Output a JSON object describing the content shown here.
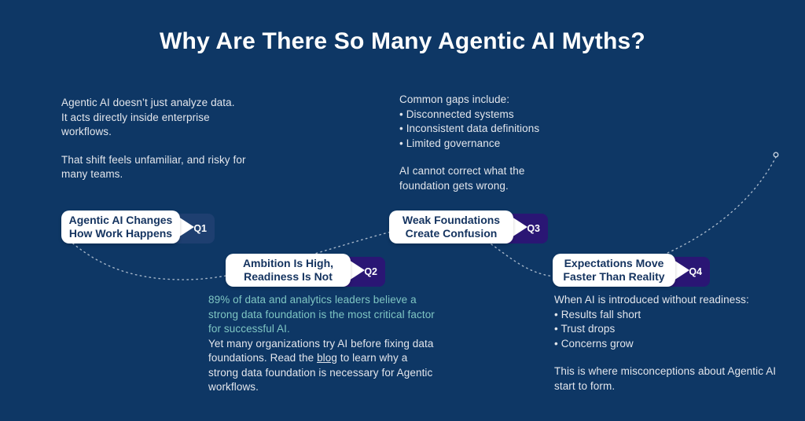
{
  "title": "Why Are There So Many Agentic AI Myths?",
  "colors": {
    "background": "#0e3765",
    "badge_q1": "#1e3f70",
    "badge_purple": "#2a1674",
    "chip_text": "#14335f",
    "body_text": "#e3e6ec",
    "highlight_text": "#7fc6c3",
    "curve": "#cfd8e3"
  },
  "blocks": {
    "top_left": {
      "line1": "Agentic AI doesn’t just analyze data.",
      "line2": "It acts directly inside enterprise workflows.",
      "para2": "That shift feels unfamiliar, and risky for many teams."
    },
    "top_middle": {
      "heading": "Common gaps include:",
      "bullets": [
        "Disconnected systems",
        "Inconsistent data definitions",
        "Limited governance"
      ],
      "footer": "AI cannot correct what the foundation gets wrong."
    },
    "bottom_middle": {
      "highlight": "89% of data and analytics leaders believe a strong data foundation is the most critical factor for successful AI.",
      "before_link": "Yet many organizations try AI before fixing data foundations. Read the ",
      "link_label": "blog",
      "after_link": " to learn why a strong data foundation is necessary for Agentic workflows."
    },
    "bottom_right": {
      "heading": "When AI is introduced without readiness:",
      "bullets": [
        "Results fall short",
        "Trust drops",
        "Concerns grow"
      ],
      "footer": "This is where misconceptions about Agentic AI start to form."
    }
  },
  "milestones": [
    {
      "badge": "Q1",
      "label_line1": "Agentic AI Changes",
      "label_line2": "How Work Happens"
    },
    {
      "badge": "Q2",
      "label_line1": "Ambition Is High,",
      "label_line2": "Readiness Is Not"
    },
    {
      "badge": "Q3",
      "label_line1": "Weak Foundations",
      "label_line2": "Create Confusion"
    },
    {
      "badge": "Q4",
      "label_line1": "Expectations Move",
      "label_line2": "Faster Than Reality"
    }
  ]
}
